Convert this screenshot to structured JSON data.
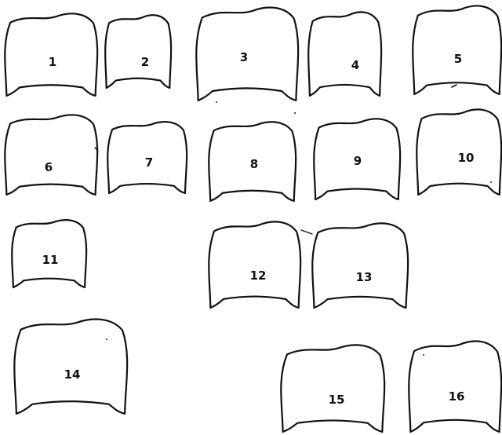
{
  "shapes": [
    {
      "label": "1"
    },
    {
      "label": "2"
    },
    {
      "label": "3"
    },
    {
      "label": "4"
    },
    {
      "label": "5"
    },
    {
      "label": "6"
    },
    {
      "label": "7"
    },
    {
      "label": "8"
    },
    {
      "label": "9"
    },
    {
      "label": "10"
    },
    {
      "label": "11"
    },
    {
      "label": "12"
    },
    {
      "label": "13"
    },
    {
      "label": "14"
    },
    {
      "label": "15"
    },
    {
      "label": "16"
    }
  ]
}
